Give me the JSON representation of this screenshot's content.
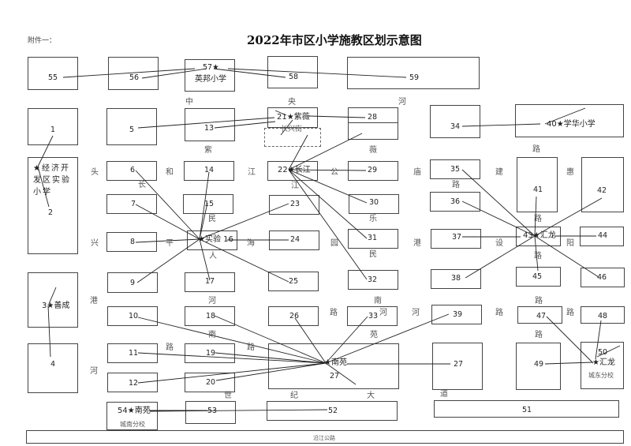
{
  "header": {
    "attachment_label": "附件一：",
    "title": "2022年市区小学施教区划示意图"
  },
  "schools": [
    {
      "id": "school-57",
      "label": "57★",
      "name": "英邦小学"
    },
    {
      "id": "school-21",
      "label": "21★紫薇"
    },
    {
      "id": "school-22",
      "label": "22★长江"
    },
    {
      "id": "school-16",
      "label": "★实验 16"
    },
    {
      "id": "school-40",
      "label": "40★学华小学"
    },
    {
      "id": "school-43",
      "label": "43★汇龙"
    },
    {
      "id": "school-27",
      "label": "★南苑"
    },
    {
      "id": "school-50",
      "label": "★汇龙",
      "sub": "城东分校"
    },
    {
      "id": "school-54",
      "label": "54★南苑",
      "sub": "城南分校"
    },
    {
      "id": "school-3",
      "label": "3★善成"
    },
    {
      "id": "school-kaifa",
      "label": "★经济开发区实验小学"
    }
  ],
  "areas": {
    "a1": "1",
    "a2": "2",
    "a4": "4",
    "a5": "5",
    "a6": "6",
    "a7": "7",
    "a8": "8",
    "a9": "9",
    "a10": "10",
    "a11": "11",
    "a12": "12",
    "a13": "13",
    "a14": "14",
    "a15": "15",
    "a17": "17",
    "a18": "18",
    "a19": "19",
    "a20": "20",
    "a23": "23",
    "a24": "24",
    "a25": "25",
    "a26": "26",
    "a27": "27",
    "a27b": "27",
    "a28": "28",
    "a29": "29",
    "a30": "30",
    "a31": "31",
    "a32": "32",
    "a33": "33",
    "a34": "34",
    "a35": "35",
    "a36": "36",
    "a37": "37",
    "a38": "38",
    "a39": "39",
    "a41": "41",
    "a42": "42",
    "a44": "44",
    "a45": "45",
    "a46": "46",
    "a47": "47",
    "a48": "48",
    "a49": "49",
    "a50": "50",
    "a51": "51",
    "a52": "52",
    "a53": "53",
    "a55": "55",
    "a56": "56",
    "a58": "58",
    "a59": "59"
  },
  "streets": {
    "changxing": "长兴街",
    "yanjiang": "沿江公路"
  },
  "roads": {
    "zhong": "中",
    "yang": "央",
    "he1": "河",
    "zi": "紫",
    "wei": "薇",
    "tou": "头",
    "he_road": "和",
    "jiang1": "江",
    "gong": "公",
    "miao": "庙",
    "jian": "建",
    "hui": "惠",
    "chang": "长",
    "jiang2": "江",
    "lu_35": "路",
    "min1": "民",
    "le": "乐",
    "lu_41": "路",
    "xing": "兴",
    "ping": "平",
    "hai": "海",
    "yuan_park": "园",
    "gang2": "港",
    "she": "设",
    "yang2": "阳",
    "ren": "人",
    "min2": "民",
    "lu_43": "路",
    "gang": "港",
    "he2": "河",
    "nan": "南",
    "lu_26": "路",
    "he3": "河",
    "lu_39": "路",
    "lu_47top": "路",
    "lu_48": "路",
    "he4": "河",
    "nan2": "南",
    "lu_19": "路",
    "lu_19b": "路",
    "yuan2": "苑",
    "lu_49": "路",
    "he5": "河",
    "shi": "世",
    "ji": "纪",
    "da": "大",
    "dao": "道",
    "lu_40": "路"
  }
}
